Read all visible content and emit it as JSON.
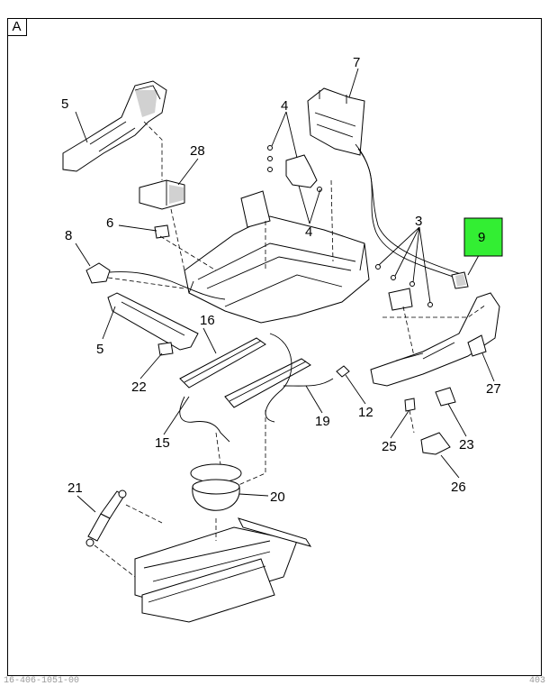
{
  "view_label": "A",
  "document_id": "16-406-1051-00",
  "page_number": "403",
  "highlight_color": "#33ee33",
  "callouts": [
    {
      "id": "c5a",
      "label": "5"
    },
    {
      "id": "c7",
      "label": "7"
    },
    {
      "id": "c4a",
      "label": "4"
    },
    {
      "id": "c4b",
      "label": "4"
    },
    {
      "id": "c28",
      "label": "28"
    },
    {
      "id": "c6",
      "label": "6"
    },
    {
      "id": "c3",
      "label": "3"
    },
    {
      "id": "c9",
      "label": "9",
      "highlighted": true
    },
    {
      "id": "c8",
      "label": "8"
    },
    {
      "id": "c5b",
      "label": "5"
    },
    {
      "id": "c16",
      "label": "16"
    },
    {
      "id": "c22",
      "label": "22"
    },
    {
      "id": "c27",
      "label": "27"
    },
    {
      "id": "c12",
      "label": "12"
    },
    {
      "id": "c19",
      "label": "19"
    },
    {
      "id": "c15",
      "label": "15"
    },
    {
      "id": "c25",
      "label": "25"
    },
    {
      "id": "c23",
      "label": "23"
    },
    {
      "id": "c26",
      "label": "26"
    },
    {
      "id": "c21",
      "label": "21"
    },
    {
      "id": "c20",
      "label": "20"
    }
  ]
}
